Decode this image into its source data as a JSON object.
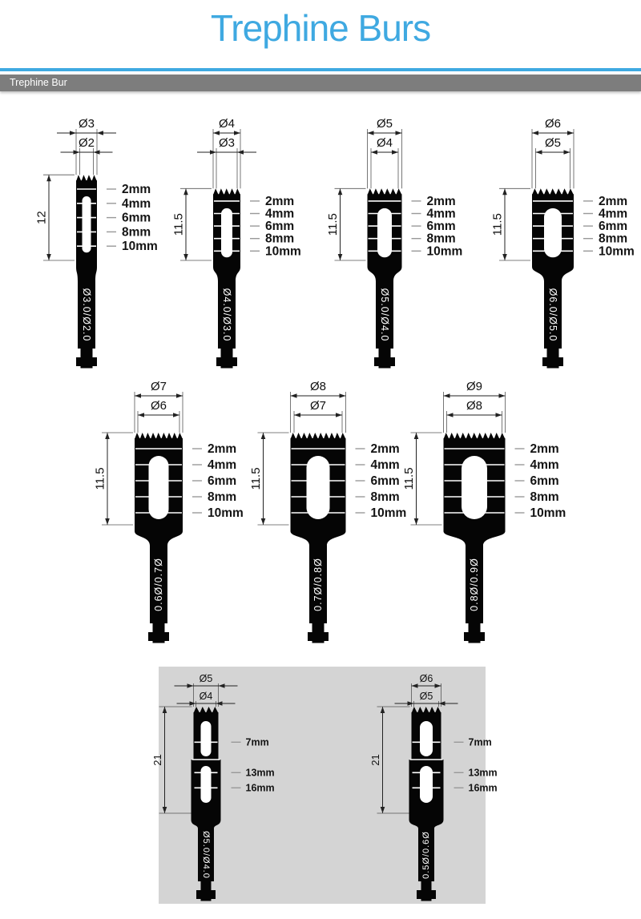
{
  "header": {
    "title": "Trephine Burs",
    "section": "Trephine Bur"
  },
  "colors": {
    "accent": "#3fa9e1",
    "bar": "#7d7d7d",
    "panel": "#d4d4d4",
    "ink": "#1a1a1a"
  },
  "standard_burs": [
    {
      "outer_label": "Ø3",
      "inner_label": "Ø2",
      "length_label": "12",
      "marks": [
        "2mm",
        "4mm",
        "6mm",
        "8mm",
        "10mm"
      ],
      "shaft_label": "Ø3.0/Ø2.0",
      "flipped": false
    },
    {
      "outer_label": "Ø4",
      "inner_label": "Ø3",
      "length_label": "11.5",
      "marks": [
        "2mm",
        "4mm",
        "6mm",
        "8mm",
        "10mm"
      ],
      "shaft_label": "Ø4.0/Ø3.0",
      "flipped": false
    },
    {
      "outer_label": "Ø5",
      "inner_label": "Ø4",
      "length_label": "11.5",
      "marks": [
        "2mm",
        "4mm",
        "6mm",
        "8mm",
        "10mm"
      ],
      "shaft_label": "Ø5.0/Ø4.0",
      "flipped": false
    },
    {
      "outer_label": "Ø6",
      "inner_label": "Ø5",
      "length_label": "11.5",
      "marks": [
        "2mm",
        "4mm",
        "6mm",
        "8mm",
        "10mm"
      ],
      "shaft_label": "Ø6.0/Ø5.0",
      "flipped": false
    },
    {
      "outer_label": "Ø7",
      "inner_label": "Ø6",
      "length_label": "11.5",
      "marks": [
        "2mm",
        "4mm",
        "6mm",
        "8mm",
        "10mm"
      ],
      "shaft_label": "Ø7.0/Ø6.0",
      "flipped": true
    },
    {
      "outer_label": "Ø8",
      "inner_label": "Ø7",
      "length_label": "11.5",
      "marks": [
        "2mm",
        "4mm",
        "6mm",
        "8mm",
        "10mm"
      ],
      "shaft_label": "Ø8.0/Ø7.0",
      "flipped": true
    },
    {
      "outer_label": "Ø9",
      "inner_label": "Ø8",
      "length_label": "11.5",
      "marks": [
        "2mm",
        "4mm",
        "6mm",
        "8mm",
        "10mm"
      ],
      "shaft_label": "Ø9.0/Ø8.0",
      "flipped": true
    }
  ],
  "extended_burs": [
    {
      "outer_label": "Ø5",
      "inner_label": "Ø4",
      "length_label": "21",
      "marks": [
        "7mm",
        "13mm",
        "16mm"
      ],
      "shaft_label": "Ø5.0/Ø4.0",
      "flipped": false
    },
    {
      "outer_label": "Ø6",
      "inner_label": "Ø5",
      "length_label": "21",
      "marks": [
        "7mm",
        "13mm",
        "16mm"
      ],
      "shaft_label": "Ø6.0/Ø5.0",
      "flipped": true
    }
  ]
}
